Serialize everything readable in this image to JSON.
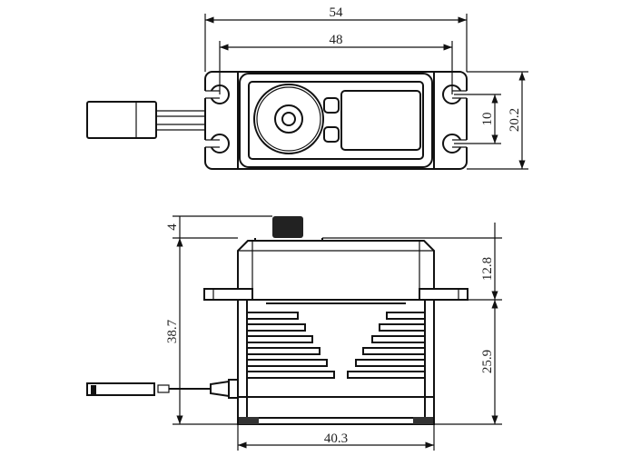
{
  "top_view": {
    "dimensions": {
      "overall_length": "54",
      "hole_spacing_length": "48",
      "overall_width": "20.2",
      "hole_spacing_width": "10"
    }
  },
  "side_view": {
    "dimensions": {
      "spline_height": "4",
      "total_height": "38.7",
      "upper_height": "12.8",
      "lower_height": "25.9",
      "body_length": "40.3"
    }
  },
  "colors": {
    "line": "#111111",
    "background": "#ffffff"
  }
}
